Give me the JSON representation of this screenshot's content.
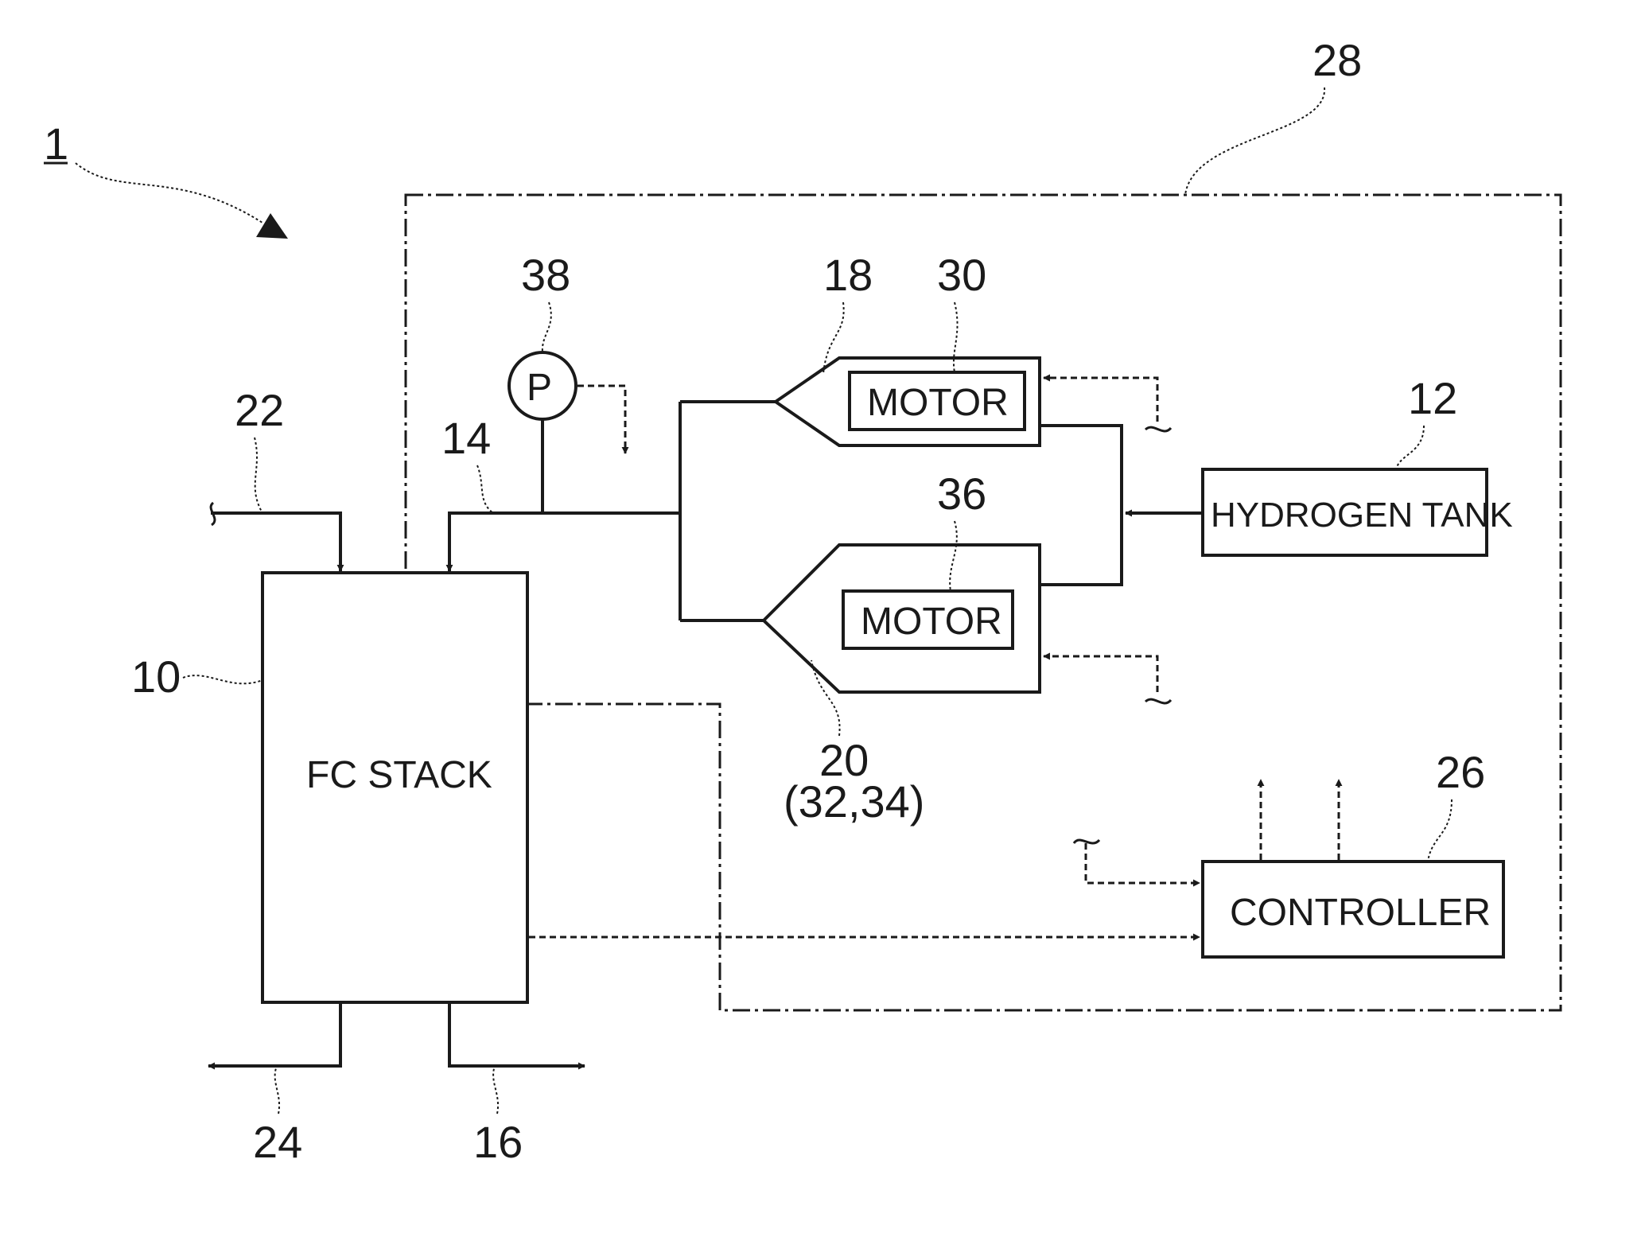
{
  "refs": {
    "system": "1",
    "stack": "10",
    "tank": "12",
    "supply_line": "14",
    "anode_exhaust": "16",
    "injector_1": "18",
    "injector_2": "20",
    "injector_2_sub": "(32,34)",
    "oxidant_in": "22",
    "cathode_exhaust": "24",
    "controller": "26",
    "supply_system": "28",
    "motor_1": "30",
    "motor_2": "36",
    "pressure_sensor": "38"
  },
  "labels": {
    "fc_stack": "FC STACK",
    "hydrogen_tank": "HYDROGEN TANK",
    "motor_top": "MOTOR",
    "motor_bottom": "MOTOR",
    "controller": "CONTROLLER",
    "pressure": "P"
  }
}
